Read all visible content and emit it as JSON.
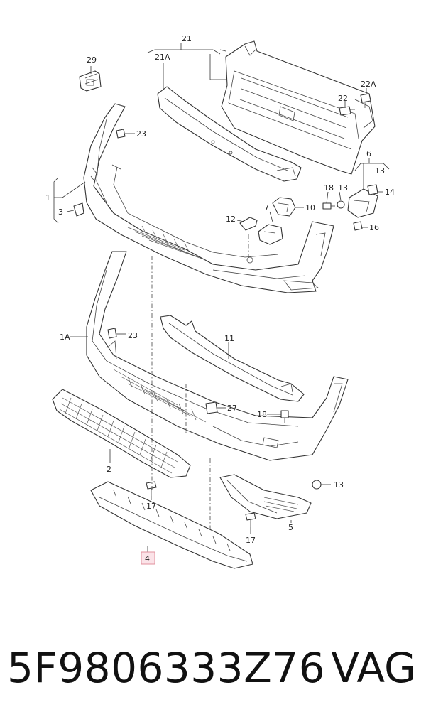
{
  "callouts": {
    "c1": "1",
    "c1A": "1A",
    "c2": "2",
    "c3": "3",
    "c4": "4",
    "c5": "5",
    "c6": "6",
    "c7": "7",
    "c10": "10",
    "c11": "11",
    "c12": "12",
    "c13a": "13",
    "c13b": "13",
    "c13c": "13",
    "c14": "14",
    "c16": "16",
    "c17a": "17",
    "c17b": "17",
    "c18a": "18",
    "c18b": "18",
    "c21": "21",
    "c21A": "21A",
    "c22": "22",
    "c22A": "22A",
    "c23a": "23",
    "c23b": "23",
    "c27": "27",
    "c29": "29"
  },
  "highlight_color": "#fbe3e8",
  "caption": {
    "part_number": "5F9806333Z76",
    "brand": "VAG"
  }
}
